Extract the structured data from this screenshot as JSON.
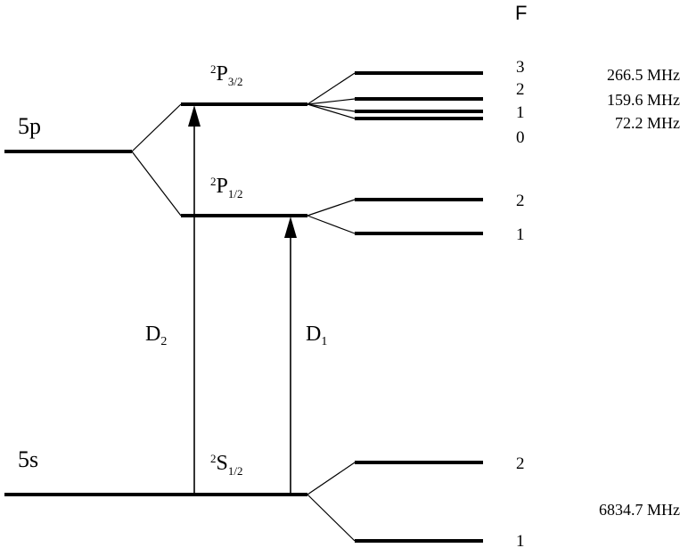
{
  "f_header": "F",
  "configs": {
    "p": "5p",
    "s": "5s"
  },
  "fine": {
    "p32": {
      "sup": "2",
      "main": "P",
      "sub": "3/2"
    },
    "p12": {
      "sup": "2",
      "main": "P",
      "sub": "1/2"
    },
    "s12": {
      "sup": "2",
      "main": "S",
      "sub": "1/2"
    }
  },
  "transitions": {
    "d2": {
      "main": "D",
      "sub": "2"
    },
    "d1": {
      "main": "D",
      "sub": "1"
    }
  },
  "f_labels": {
    "p32": [
      "3",
      "2",
      "1",
      "0"
    ],
    "p12": [
      "2",
      "1"
    ],
    "s12": [
      "2",
      "1"
    ]
  },
  "splittings": {
    "p32_a": "266.5 MHz",
    "p32_b": "159.6 MHz",
    "p32_c": "72.2 MHz",
    "s12": "6834.7 MHz"
  }
}
